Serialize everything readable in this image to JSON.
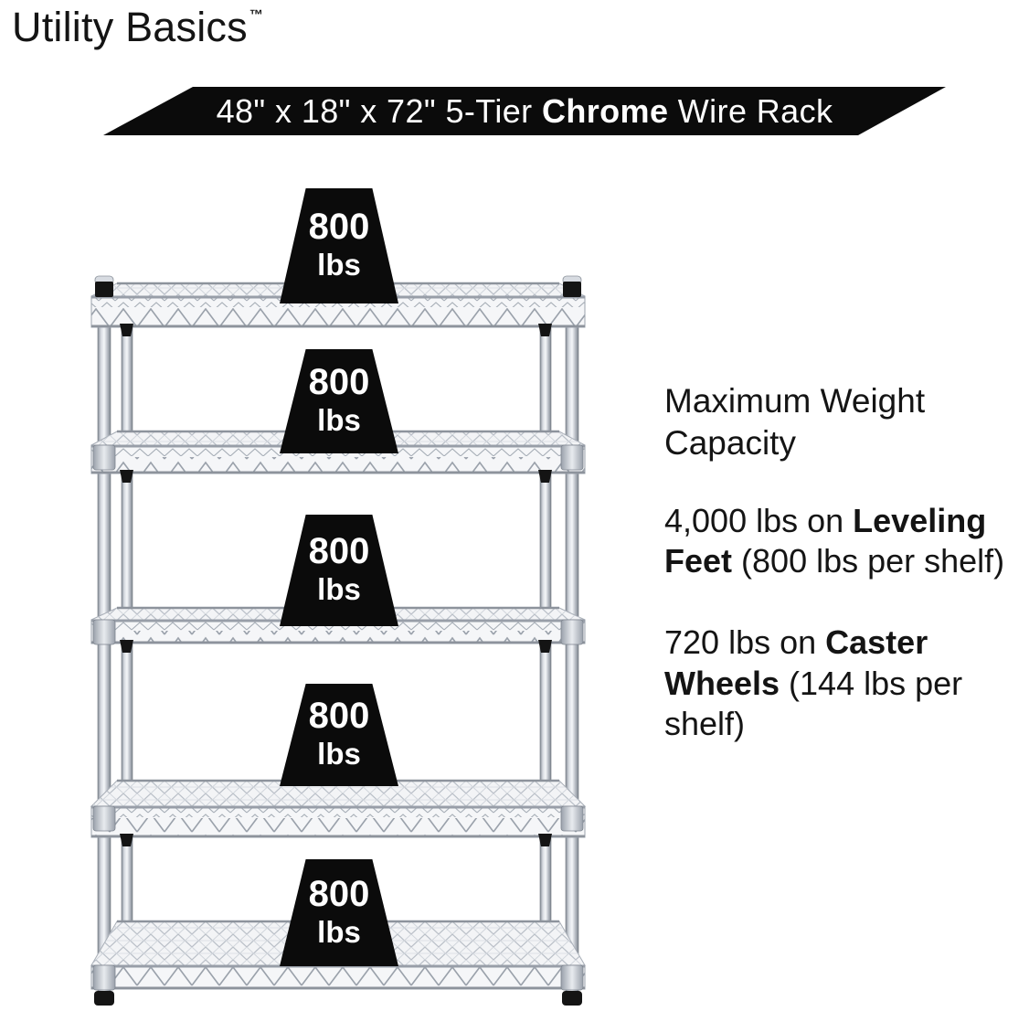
{
  "brand": {
    "name": "Utility Basics",
    "trademark": "™"
  },
  "banner": {
    "pre": "48\" x 18\" x 72\" 5-Tier ",
    "highlight": "Chrome",
    "post": " Wire Rack",
    "bg_color": "#0b0b0b",
    "text_color": "#ffffff"
  },
  "rack": {
    "description": "5-tier chrome wire shelving rack",
    "tiers": 5
  },
  "badges": [
    {
      "value": "800",
      "unit": "lbs"
    },
    {
      "value": "800",
      "unit": "lbs"
    },
    {
      "value": "800",
      "unit": "lbs"
    },
    {
      "value": "800",
      "unit": "lbs"
    },
    {
      "value": "800",
      "unit": "lbs"
    }
  ],
  "info": {
    "heading": "Maximum Weight Capacity",
    "specs": [
      {
        "pre": "4,000 lbs on ",
        "bold": "Leveling Feet",
        "post": " (800 lbs per shelf)"
      },
      {
        "pre": "720 lbs on ",
        "bold": "Caster Wheels",
        "post": " (144 lbs per shelf)"
      }
    ]
  },
  "colors": {
    "badge_bg": "#0b0b0b",
    "text": "#141414",
    "chrome_light": "#f5f7f9",
    "chrome_mid": "#c3c8d0",
    "chrome_dark": "#868d97"
  }
}
